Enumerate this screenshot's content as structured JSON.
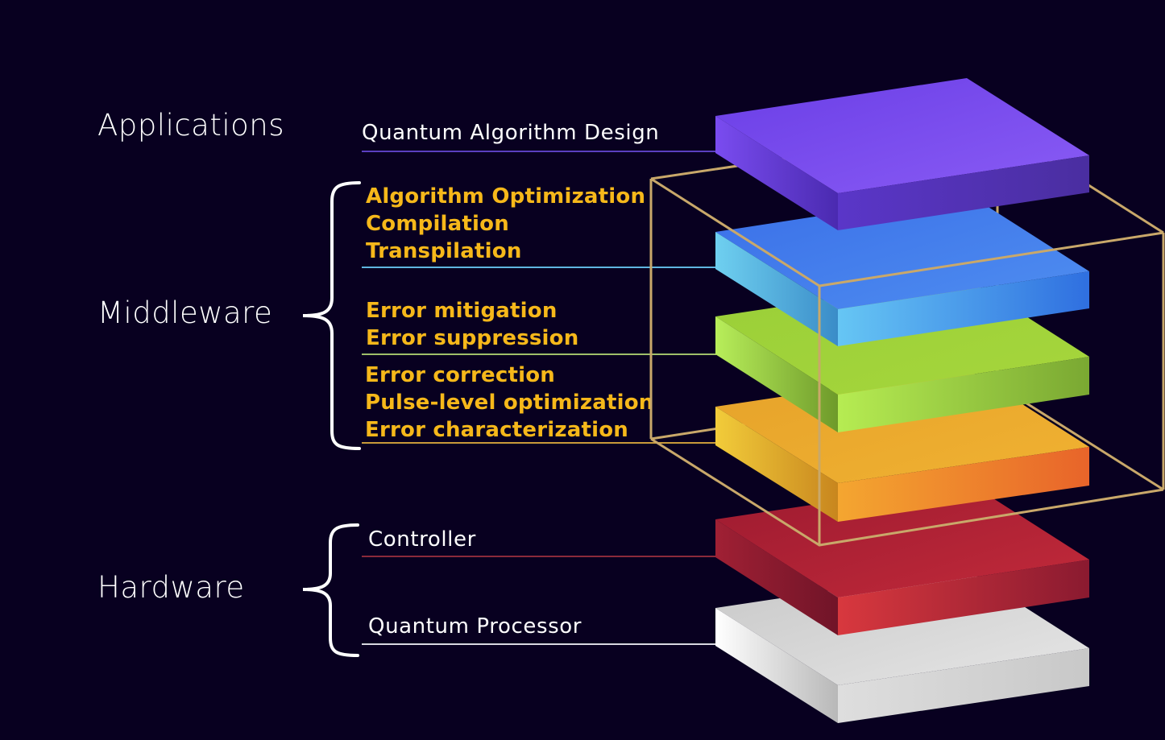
{
  "categories": {
    "applications": "Applications",
    "middleware": "Middleware",
    "hardware": "Hardware"
  },
  "layers": [
    {
      "id": "quantum-algorithm-design",
      "label": "Quantum Algorithm Design",
      "style": "normal",
      "color": "#7a4df0",
      "line_color": "#6a4ad8",
      "category": "Applications"
    },
    {
      "id": "algorithm-optimization",
      "lines": [
        "Algorithm Optimization",
        "Compilation",
        "Transpilation"
      ],
      "style": "bold",
      "color": "#3f86ec",
      "line_color": "#5fb6e0",
      "category": "Middleware"
    },
    {
      "id": "error-mitigation",
      "lines": [
        "Error mitigation",
        "Error suppression"
      ],
      "style": "bold",
      "color": "#9fd43a",
      "line_color": "#9fbf6a",
      "category": "Middleware"
    },
    {
      "id": "error-correction",
      "lines": [
        "Error correction",
        "Pulse-level optimization",
        "Error characterization"
      ],
      "style": "bold",
      "color": "#f2a020",
      "line_color": "#c99a3a",
      "category": "Middleware"
    },
    {
      "id": "controller",
      "label": "Controller",
      "style": "normal",
      "color": "#c8283a",
      "line_color": "#8a2a3a",
      "category": "Hardware"
    },
    {
      "id": "quantum-processor",
      "label": "Quantum Processor",
      "style": "normal",
      "color": "#e8e8e8",
      "line_color": "#d8d8e0",
      "category": "Hardware"
    }
  ],
  "colors": {
    "background": "#080020",
    "middleware_text": "#f6b81a",
    "frame": "#c9a86a"
  }
}
